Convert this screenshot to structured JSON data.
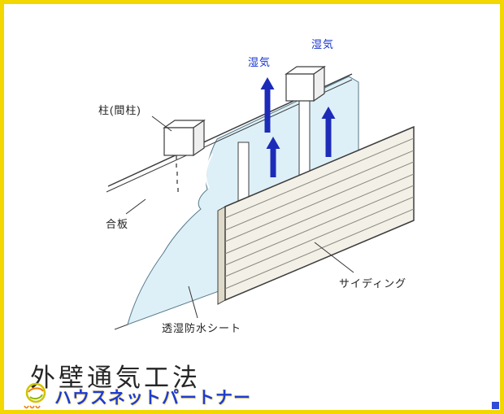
{
  "frame": {
    "border_color": "#f2d800",
    "background_color": "#ffffff"
  },
  "diagram": {
    "labels": {
      "pillar": "柱(間柱)",
      "moisture_left": "湿気",
      "moisture_right": "湿気",
      "plywood": "合板",
      "siding": "サイディング",
      "sheet": "透湿防水シート"
    },
    "colors": {
      "moisture_text": "#1533cc",
      "arrow": "#1c2bb8",
      "sheet_fill": "#def0f7",
      "outline": "#3d3d3d",
      "siding_fill": "#f3f0e7",
      "siding_side_fill": "#ded9c9"
    }
  },
  "footer": {
    "title": "外壁通気工法",
    "logo": {
      "text": "ハウスネットパートナー",
      "text_color": "#1d3cd4",
      "ring_color": "#cfc400",
      "accent_color": "#f08300"
    }
  }
}
